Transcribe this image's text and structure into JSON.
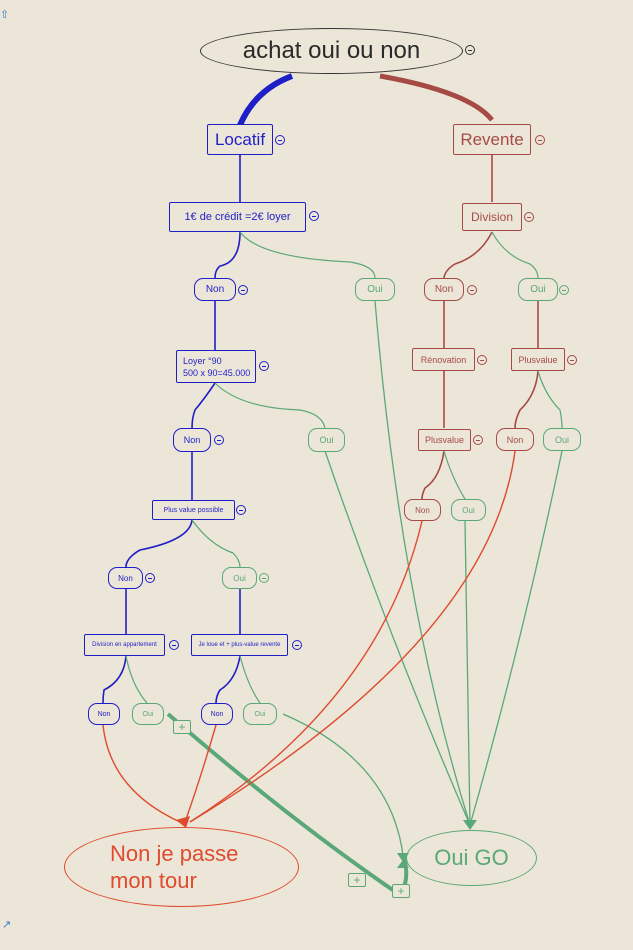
{
  "root": "achat oui ou non",
  "locatif": "Locatif",
  "revente": "Revente",
  "credit": "1€ de crédit =2€ loyer",
  "division": "Division",
  "non": "Non",
  "oui": "Oui",
  "loyer_line1": "Loyer °90",
  "loyer_line2": "500 x 90=45.000",
  "renovation": "Rénovation",
  "plusvalue": "Plusvalue",
  "plus_value_possible": "Plus value possible",
  "division_appartement": "Division en appartement",
  "je_loue": "Je loue et + plus-value revente",
  "non_final_line1": "Non je passe",
  "non_final_line2": "mon tour",
  "oui_go": "Oui GO",
  "plus_symbol": "+",
  "colors": {
    "blue": "#1f1fc8",
    "red": "#a64a45",
    "green": "#5aa878",
    "orange": "#e04a2e",
    "background": "#ece6d8"
  },
  "icons": {
    "top_left": "sync-icon",
    "bottom_left": "arrow-icon"
  }
}
